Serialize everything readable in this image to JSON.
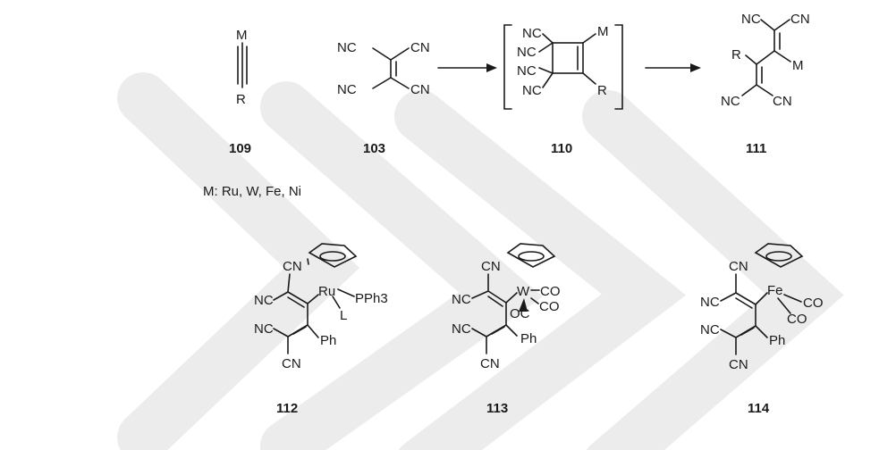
{
  "labels": {
    "M": "M",
    "R": "R",
    "NC": "NC",
    "CN": "CN",
    "Ru": "Ru",
    "W": "W",
    "Fe": "Fe",
    "PPh3": "PPh3",
    "L": "L",
    "CO": "CO",
    "OC": "OC",
    "Ph": "Ph"
  },
  "compounds": {
    "c109": "109",
    "c103": "103",
    "c110": "110",
    "c111": "111",
    "c112": "112",
    "c113": "113",
    "c114": "114"
  },
  "metals_note": "M: Ru, W, Fe, Ni"
}
